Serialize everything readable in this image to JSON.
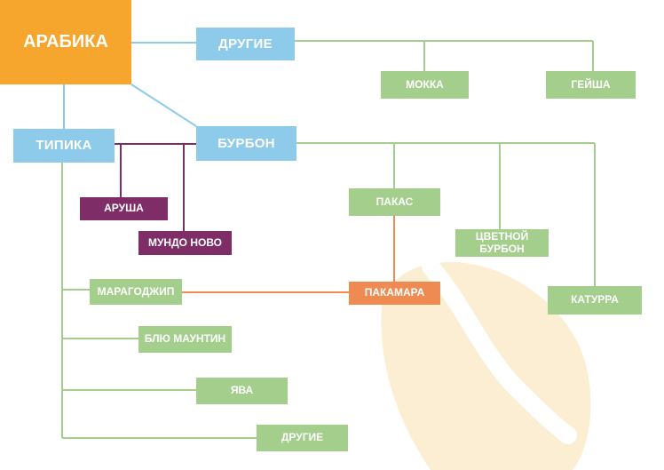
{
  "colors": {
    "root": "#f6a52d",
    "blue": "#8ecae9",
    "green": "#a3ce8c",
    "purple": "#7e2d67",
    "orange": "#ee8a52",
    "bean": "#fbeed3",
    "line_blue": "#8ecae9",
    "line_green": "#a3ce8c",
    "line_purple": "#7e2d67",
    "line_orange": "#ee8a52"
  },
  "nodes": {
    "arabica": "АРАБИКА",
    "drugie_top": "ДРУГИЕ",
    "mokka": "МОККА",
    "geisha": "ГЕЙША",
    "tipika": "ТИПИКА",
    "burbon": "БУРБОН",
    "arusha": "АРУША",
    "mundo_novo": "МУНДО НОВО",
    "pakas": "ПАКАС",
    "cvetnoy_burbon": "ЦВЕТНОЙ БУРБОН",
    "katurra": "КАТУРРА",
    "maragodzhip": "МАРАГОДЖИП",
    "pakamara": "ПАКАМАРА",
    "blue_mountain": "БЛЮ МАУНТИН",
    "java": "ЯВА",
    "drugie_bottom": "ДРУГИЕ"
  }
}
